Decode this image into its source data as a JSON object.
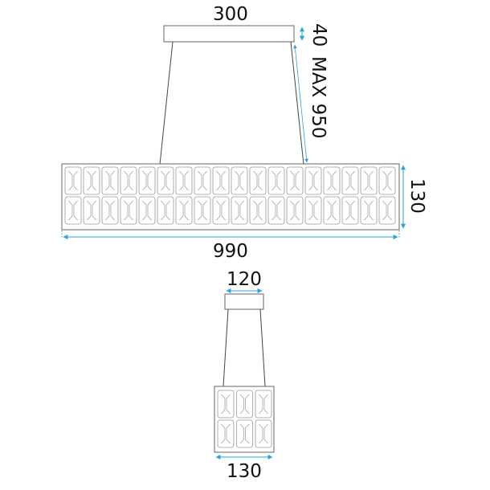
{
  "colors": {
    "outline": "#555555",
    "cell": "#9a9a9a",
    "dimension": "#2aa3d8",
    "text": "#111111"
  },
  "front_view": {
    "canopy_width_label": "300",
    "canopy_height_label": "40",
    "suspension_label": "MAX 950",
    "body_height_label": "130",
    "body_length_label": "990",
    "cell_columns": 18,
    "cell_rows": 2
  },
  "side_view": {
    "canopy_width_label": "120",
    "body_width_label": "130",
    "cell_columns": 3,
    "cell_rows": 2
  }
}
